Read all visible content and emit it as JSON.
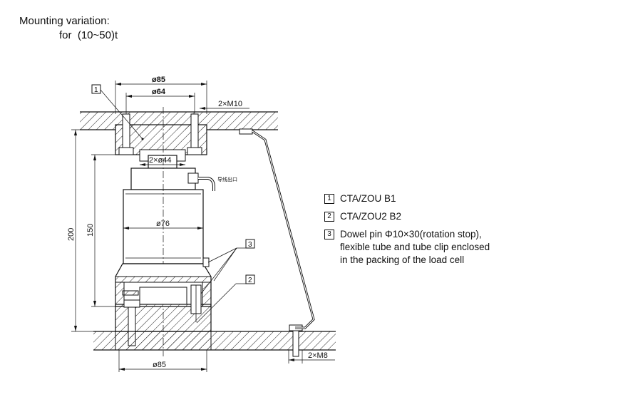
{
  "heading": {
    "line1": "Mounting variation:",
    "line2": "for  (10~50)t"
  },
  "dimensions": {
    "top_outer_dia": "ø85",
    "top_inner_dia": "ø64",
    "top_bolts": "2×M10",
    "cap_dia": "2×ø44",
    "body_dia": "ø76",
    "bottom_dia": "ø85",
    "bottom_bolts": "2×M8",
    "total_height": "200",
    "cell_height": "150"
  },
  "cable_label": "导线出口",
  "callouts": {
    "c1": "1",
    "c2": "2",
    "c3": "3"
  },
  "legend": [
    {
      "num": "1",
      "text": "CTA/ZOU B1"
    },
    {
      "num": "2",
      "text": "CTA/ZOU2 B2"
    },
    {
      "num": "3",
      "text": "Dowel pin Φ10×30(rotation stop),\nflexible tube and tube clip enclosed\nin the packing of the load cell"
    }
  ]
}
